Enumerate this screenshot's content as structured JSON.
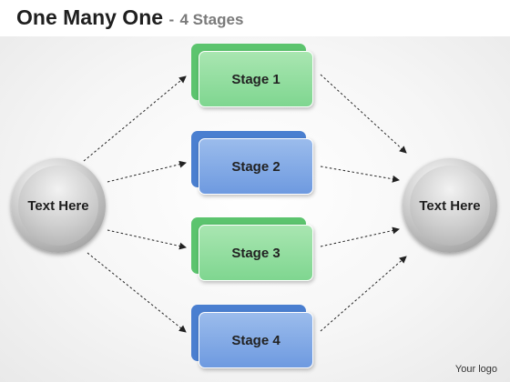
{
  "title": {
    "main": "One Many One",
    "separator": "-",
    "sub": "4 Stages"
  },
  "left_node": {
    "label": "Text Here"
  },
  "right_node": {
    "label": "Text Here"
  },
  "stages": [
    {
      "label": "Stage 1",
      "color": "green"
    },
    {
      "label": "Stage 2",
      "color": "blue"
    },
    {
      "label": "Stage 3",
      "color": "green"
    },
    {
      "label": "Stage 4",
      "color": "blue"
    }
  ],
  "logo_text": "Your logo",
  "colors": {
    "green_accent": "#5cc46e",
    "blue_accent": "#4a7fd0",
    "arrow": "#222222"
  }
}
